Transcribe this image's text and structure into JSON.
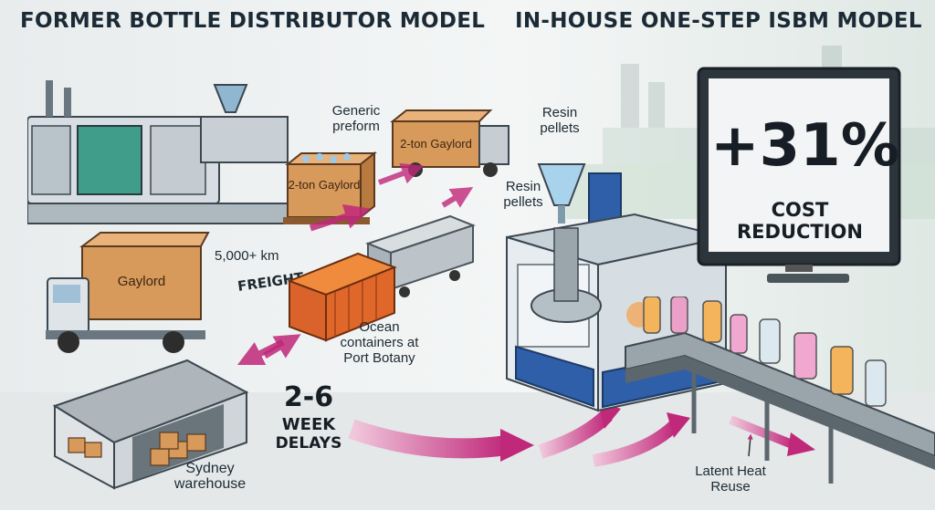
{
  "headings": {
    "left": "FORMER BOTTLE DISTRIBUTOR MODEL",
    "right": "IN-HOUSE ONE-STEP ISBM MODEL"
  },
  "left_flow": {
    "preform_label": "Generic preform",
    "box_2ton_1": "2-ton Gaylord",
    "box_2ton_2": "2-ton Gaylord",
    "truck_box": "Gaylord",
    "distance_label": "5,000+ km",
    "freight_label": "FREIGHT",
    "ocean_label": "Ocean containers at Port Botany",
    "warehouse_label": "Sydney warehouse",
    "delay_value": "2-6",
    "delay_unit": "WEEK",
    "delay_word": "DELAYS"
  },
  "right_flow": {
    "resin_label_top": "Resin pellets",
    "resin_label_side": "Resin pellets",
    "heat_label": "Latent Heat Reuse",
    "monitor_value": "+31%",
    "monitor_caption": "COST REDUCTION"
  },
  "colors": {
    "arrow": "#c0287a",
    "heading": "#1b2a35",
    "box": "#d89a5a",
    "container": "#e0672a",
    "machine_blue": "#2e5fa8"
  }
}
